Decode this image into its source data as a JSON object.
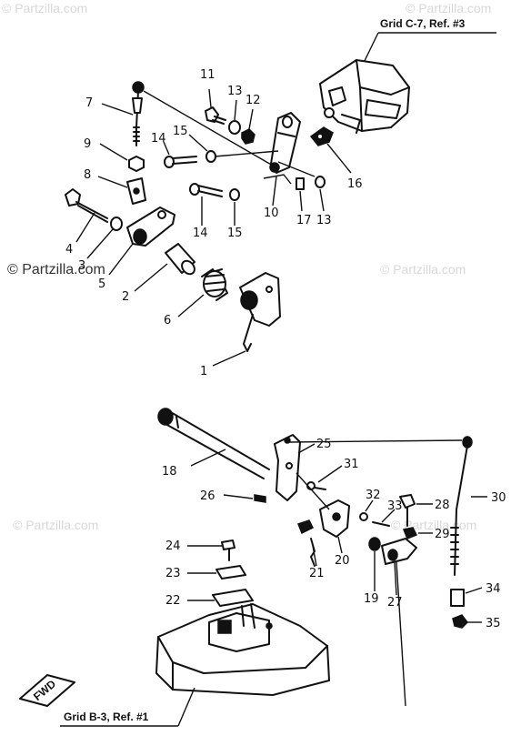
{
  "watermarks": {
    "top_left": "© Partzilla.com",
    "top_right": "© Partzilla.com",
    "mid_left": "© Partzilla.com",
    "mid_right": "© Partzilla.com",
    "low_left": "© Partzilla.com",
    "low_right": "© Partzilla.com"
  },
  "references": {
    "top": "Grid C-7, Ref. #3",
    "bottom": "Grid B-3, Ref. #1"
  },
  "fwd_badge": "FWD",
  "callouts": {
    "c1": "1",
    "c2": "2",
    "c3": "3",
    "c4": "4",
    "c5": "5",
    "c6": "6",
    "c7": "7",
    "c8": "8",
    "c9": "9",
    "c10": "10",
    "c11": "11",
    "c12": "12",
    "c13a": "13",
    "c13b": "13",
    "c14a": "14",
    "c14b": "14",
    "c15a": "15",
    "c15b": "15",
    "c16": "16",
    "c17": "17",
    "c18": "18",
    "c19": "19",
    "c20": "20",
    "c21": "21",
    "c22": "22",
    "c23": "23",
    "c24": "24",
    "c25": "25",
    "c26": "26",
    "c27": "27",
    "c28": "28",
    "c29": "29",
    "c30": "30",
    "c31": "31",
    "c32": "32",
    "c33": "33",
    "c34": "34",
    "c35": "35"
  }
}
